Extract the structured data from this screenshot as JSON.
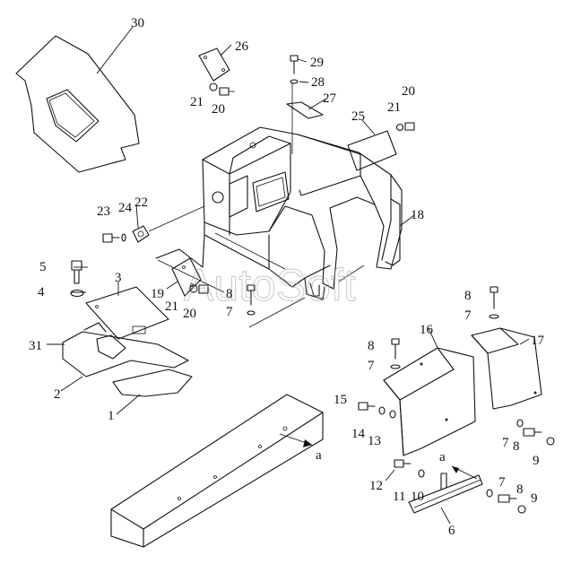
{
  "watermark": "AutoSoft",
  "labels": [
    {
      "text": "30"
    },
    {
      "text": "26"
    },
    {
      "text": "29"
    },
    {
      "text": "28"
    },
    {
      "text": "27"
    },
    {
      "text": "20"
    },
    {
      "text": "21"
    },
    {
      "text": "21"
    },
    {
      "text": "20"
    },
    {
      "text": "25"
    },
    {
      "text": "18"
    },
    {
      "text": "23"
    },
    {
      "text": "24"
    },
    {
      "text": "22"
    },
    {
      "text": "5"
    },
    {
      "text": "4"
    },
    {
      "text": "3"
    },
    {
      "text": "19"
    },
    {
      "text": "21"
    },
    {
      "text": "20"
    },
    {
      "text": "8"
    },
    {
      "text": "7"
    },
    {
      "text": "8"
    },
    {
      "text": "7"
    },
    {
      "text": "31"
    },
    {
      "text": "2"
    },
    {
      "text": "1"
    },
    {
      "text": "16"
    },
    {
      "text": "17"
    },
    {
      "text": "8"
    },
    {
      "text": "7"
    },
    {
      "text": "15"
    },
    {
      "text": "14"
    },
    {
      "text": "13"
    },
    {
      "text": "a"
    },
    {
      "text": "a"
    },
    {
      "text": "12"
    },
    {
      "text": "11"
    },
    {
      "text": "10"
    },
    {
      "text": "7"
    },
    {
      "text": "8"
    },
    {
      "text": "9"
    },
    {
      "text": "7"
    },
    {
      "text": "8"
    },
    {
      "text": "9"
    },
    {
      "text": "6"
    }
  ]
}
